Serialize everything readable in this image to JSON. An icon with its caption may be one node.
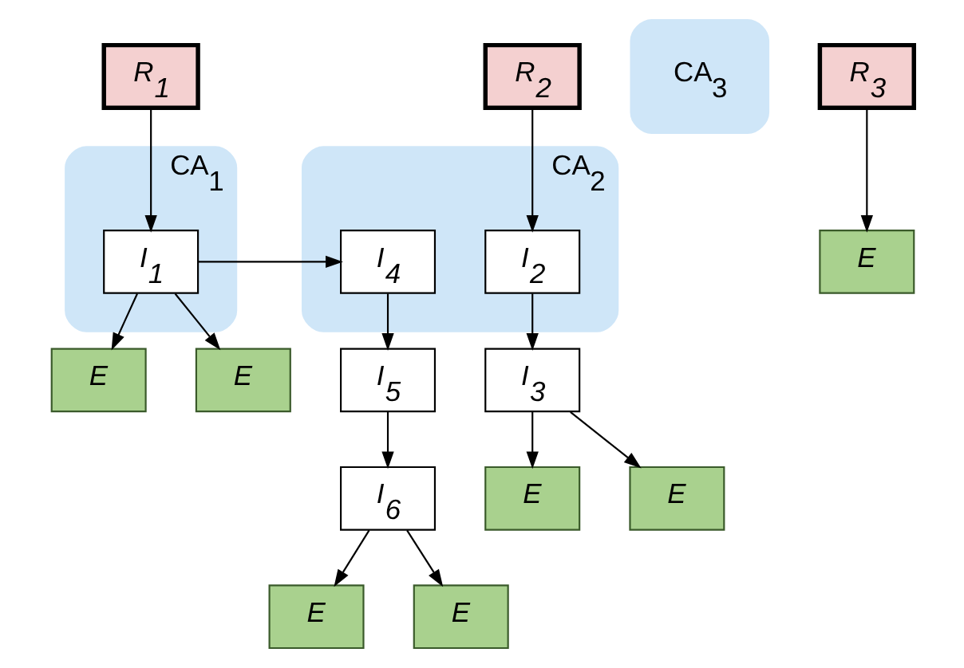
{
  "diagram": {
    "nodes": [
      {
        "text": [
          "CA$_{1}$"
        ]
      },
      {
        "text": [
          "CA$_{2}$"
        ]
      },
      {
        "text": [
          "CA$_{3}$"
        ]
      },
      {
        "text": [
          "R$_{1}$"
        ]
      },
      {
        "text": [
          "R$_{2}$"
        ]
      },
      {
        "text": [
          "R$_{3}$"
        ]
      },
      {
        "text": [
          "I$_{1}$"
        ],
        "in": 0
      },
      {
        "text": [
          "I$_{4}$"
        ],
        "in": 1
      },
      {
        "text": [
          "I$_{2}$"
        ],
        "in": 1
      },
      {
        "text": [
          "E"
        ]
      },
      {
        "text": [
          "E"
        ]
      },
      {
        "text": [
          "I$_{5}$"
        ]
      },
      {
        "text": [
          "I$_{3}$"
        ]
      },
      {
        "text": [
          "E"
        ]
      },
      {
        "text": [
          "E"
        ]
      },
      {
        "text": [
          "E"
        ]
      },
      {
        "text": [
          "I$_{6}$"
        ]
      },
      {
        "text": [
          "E"
        ]
      },
      {
        "text": [
          "E"
        ]
      }
    ],
    "edges": [
      {
        "from": 3,
        "to": 6,
        "arrow": "to"
      },
      {
        "from": 6,
        "to": 7,
        "arrow": "to"
      },
      {
        "from": 4,
        "to": 8,
        "arrow": "to"
      },
      {
        "from": 5,
        "to": 13,
        "arrow": "to"
      },
      {
        "from": 6,
        "to": 9,
        "arrow": "to"
      },
      {
        "from": 6,
        "to": 10,
        "arrow": "to"
      },
      {
        "from": 7,
        "to": 11,
        "arrow": "to"
      },
      {
        "from": 8,
        "to": 12,
        "arrow": "to"
      },
      {
        "from": 11,
        "to": 16,
        "arrow": "to"
      },
      {
        "from": 12,
        "to": 14,
        "arrow": "to"
      },
      {
        "from": 12,
        "to": 15,
        "arrow": "to"
      },
      {
        "from": 16,
        "to": 17,
        "arrow": "to"
      },
      {
        "from": 16,
        "to": 18,
        "arrow": "to"
      }
    ]
  }
}
